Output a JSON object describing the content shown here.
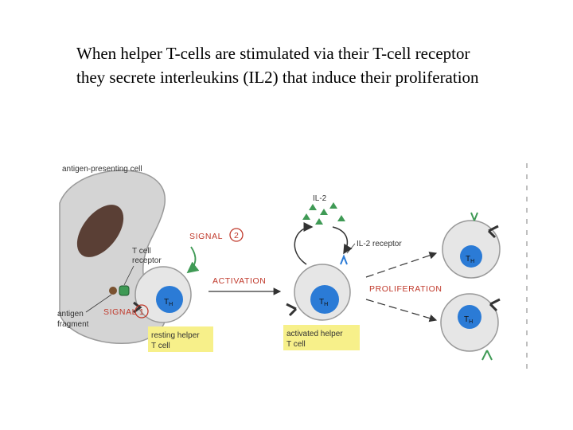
{
  "caption": {
    "line1": "When helper T-cells are stimulated via their T-cell receptor",
    "line2": "they secrete interleukins (IL2) that induce their proliferation"
  },
  "diagram": {
    "apc_label": "antigen-presenting cell",
    "tcr_label_1": "T cell",
    "tcr_label_2": "receptor",
    "antigen_label_1": "antigen",
    "antigen_label_2": "fragment",
    "signal2": "SIGNAL",
    "signal2_num": "2",
    "signal1": "SIGNAL",
    "signal1_num": "1",
    "activation": "ACTIVATION",
    "il2": "IL-2",
    "il2_receptor": "IL-2 receptor",
    "proliferation": "PROLIFERATION",
    "th": "T",
    "th_sub": "H",
    "resting_1": "resting helper",
    "resting_2": "T cell",
    "activated_1": "activated helper",
    "activated_2": "T cell"
  },
  "colors": {
    "apc_fill": "#d4d4d4",
    "nucleus_dark": "#5a3f35",
    "th_nucleus": "#2b7bd6",
    "signal_red": "#c0392b",
    "il2_green": "#3f9a55",
    "label_box": "#f7f08a"
  }
}
